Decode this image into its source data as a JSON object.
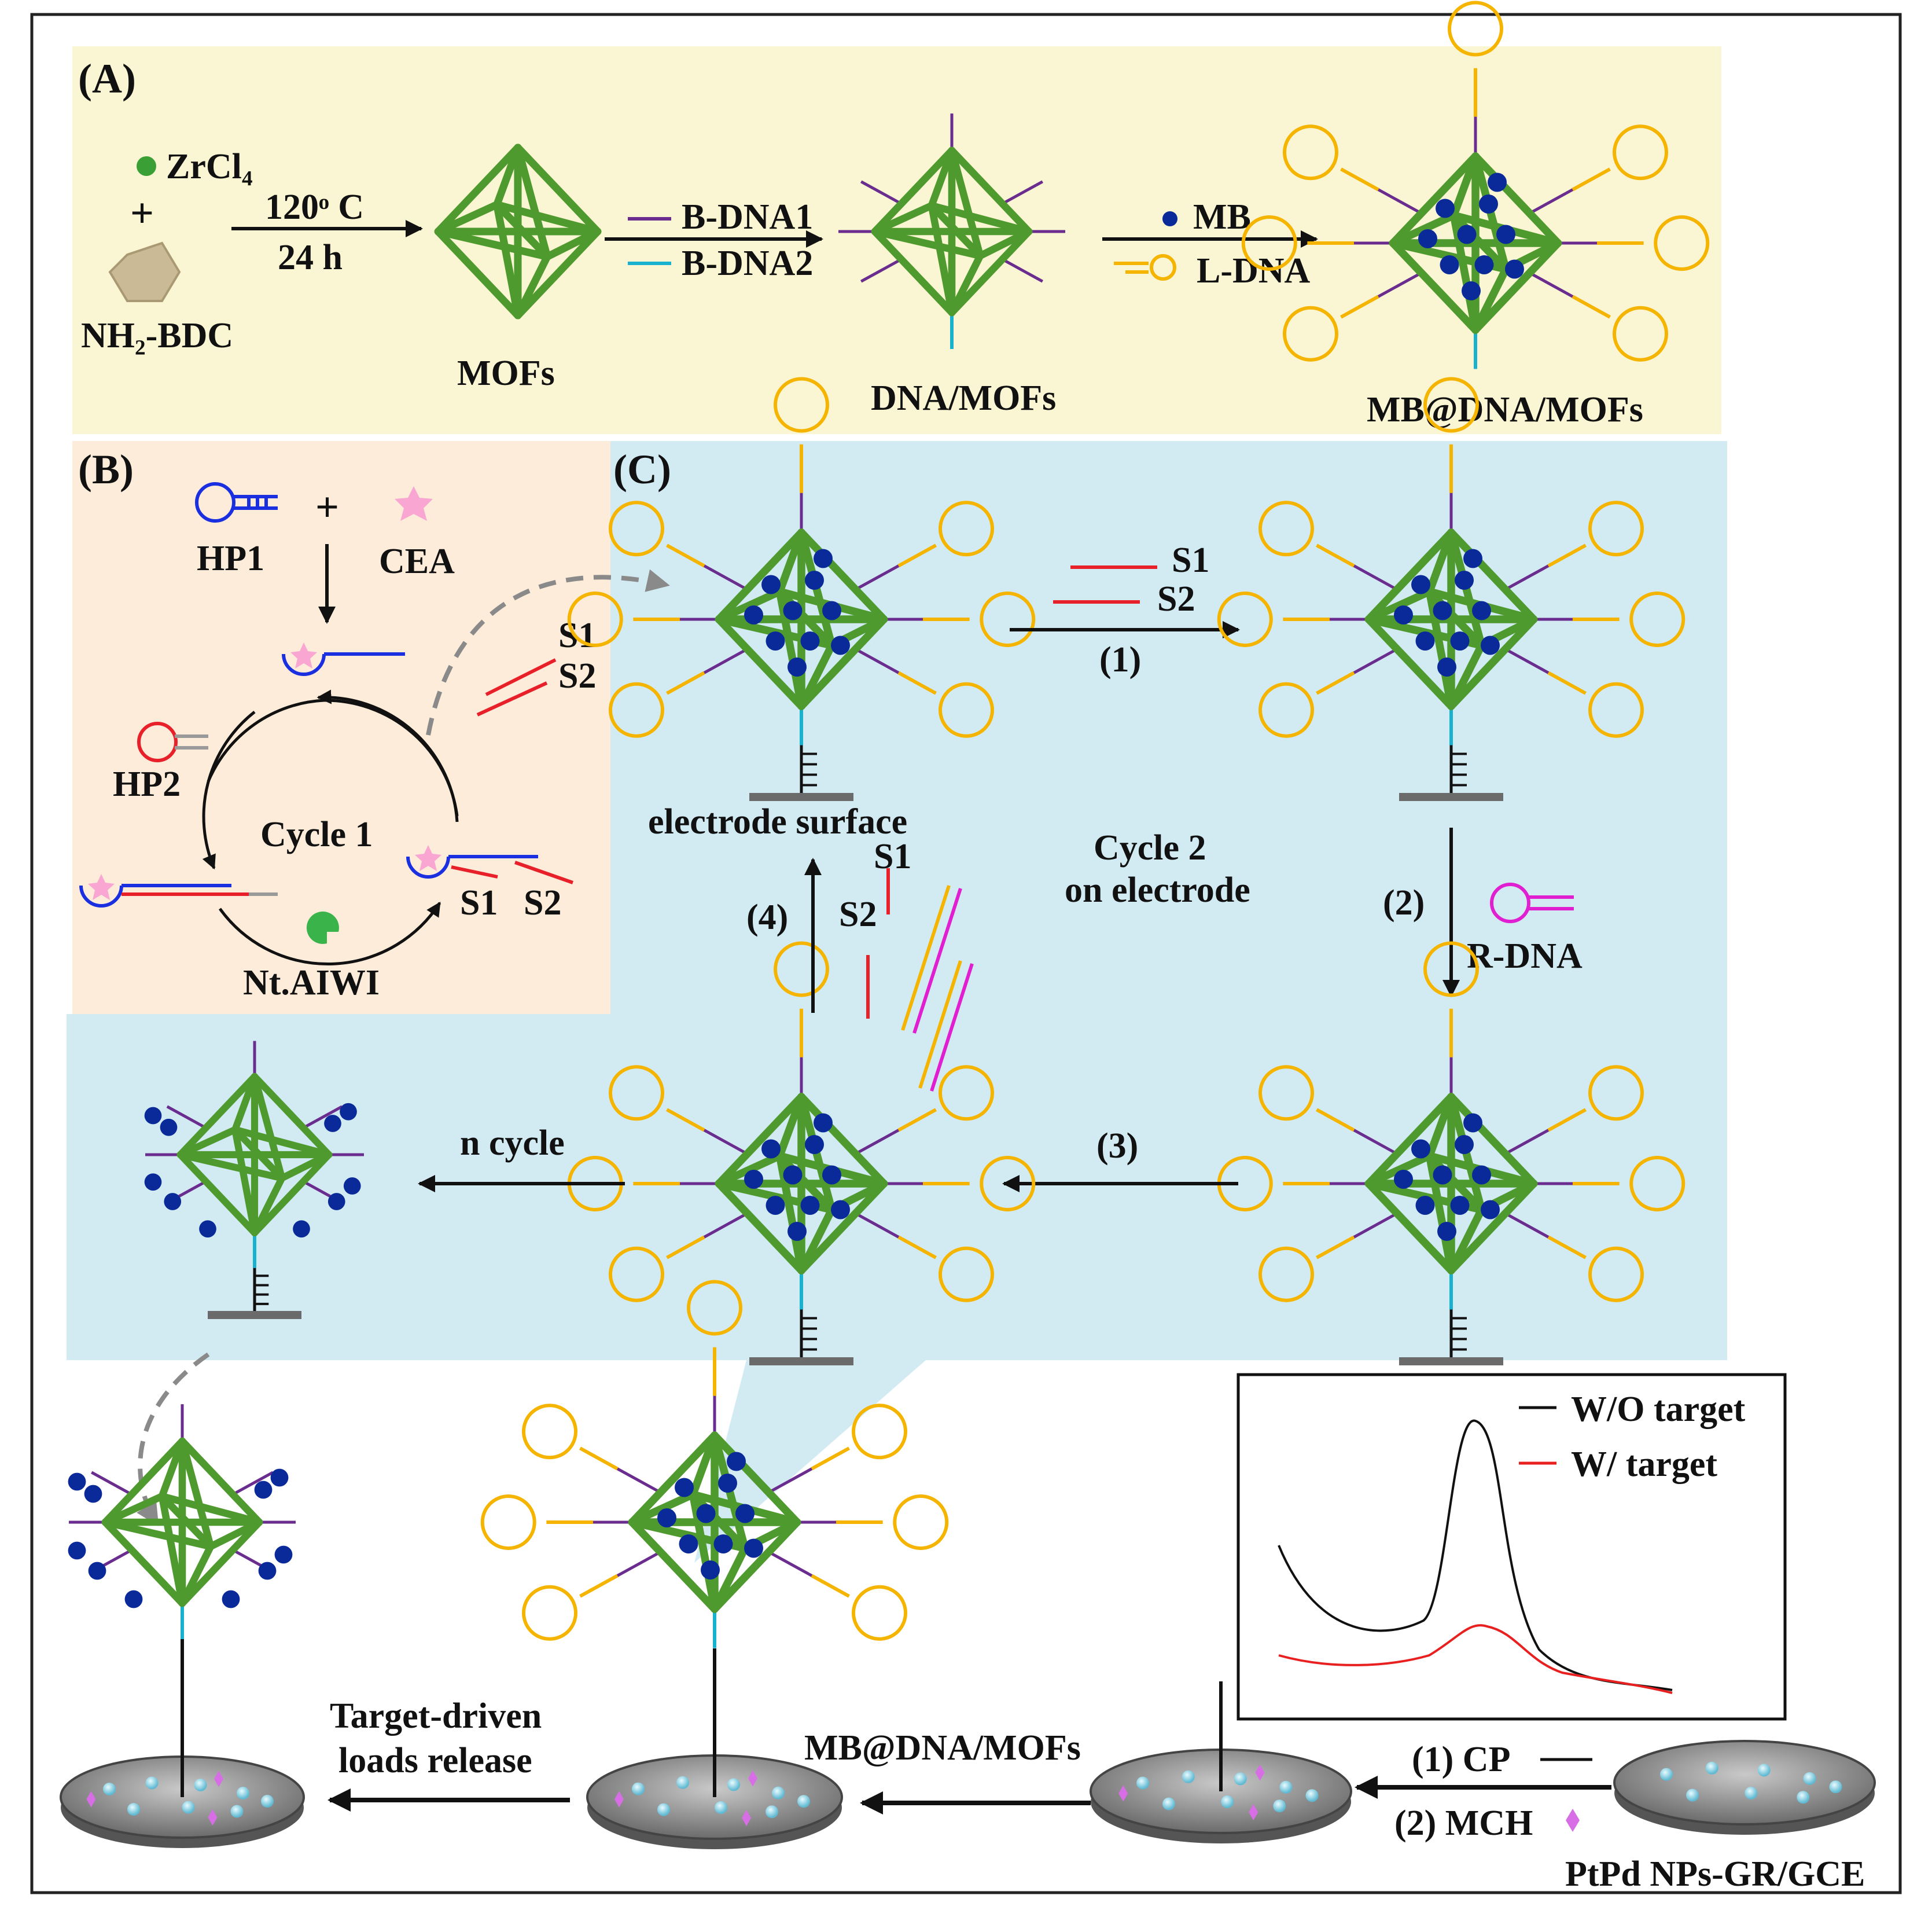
{
  "panels": {
    "a": "(A)",
    "b": "(B)",
    "c": "(C)"
  },
  "panel_a": {
    "zrcl4": "ZrCl₄",
    "plus": "+",
    "nh2bdc": "NH₂-BDC",
    "temp": "120ᵒ C",
    "time": "24 h",
    "mofs": "MOFs",
    "bdna1": "B-DNA1",
    "bdna2": "B-DNA2",
    "dna_mofs": "DNA/MOFs",
    "mb": "MB",
    "ldna": "L-DNA",
    "mb_dna_mofs": "MB@DNA/MOFs"
  },
  "panel_b": {
    "hp1": "HP1",
    "plus": "+",
    "cea": "CEA",
    "hp2": "HP2",
    "cycle1": "Cycle 1",
    "s1": "S1",
    "s2": "S2",
    "enzyme": "Nt.AIWI"
  },
  "panel_c": {
    "s1": "S1",
    "s2": "S2",
    "step1": "(1)",
    "step2": "(2)",
    "step3": "(3)",
    "step4": "(4)",
    "electrode_surface": "electrode surface",
    "cycle2_line1": "Cycle 2",
    "cycle2_line2": "on electrode",
    "rdna": "R-DNA",
    "ncycle": "n cycle"
  },
  "bottom": {
    "target_release_line1": "Target-driven",
    "target_release_line2": "loads release",
    "mb_dna_mofs": "MB@DNA/MOFs",
    "cp": "(1) CP",
    "mch": "(2) MCH",
    "electrode": "PtPd NPs-GR/GCE"
  },
  "inset_legend": {
    "without": "W/O target",
    "with": "W/ target"
  },
  "colors": {
    "panel_a_bg": "#faf5d2",
    "panel_b_bg": "#fcecd9",
    "panel_c_bg": "#d2ebf3",
    "mof_green": "#4f9a2e",
    "mb_blue": "#0a2a9a",
    "ldna_yellow": "#f5b400",
    "linker_purple": "#6a2c8e",
    "stem_cyan": "#1ab1cf",
    "s_red": "#e8202a",
    "rdna_magenta": "#e020d0",
    "without_target": "#111111",
    "with_target": "#e82020"
  }
}
